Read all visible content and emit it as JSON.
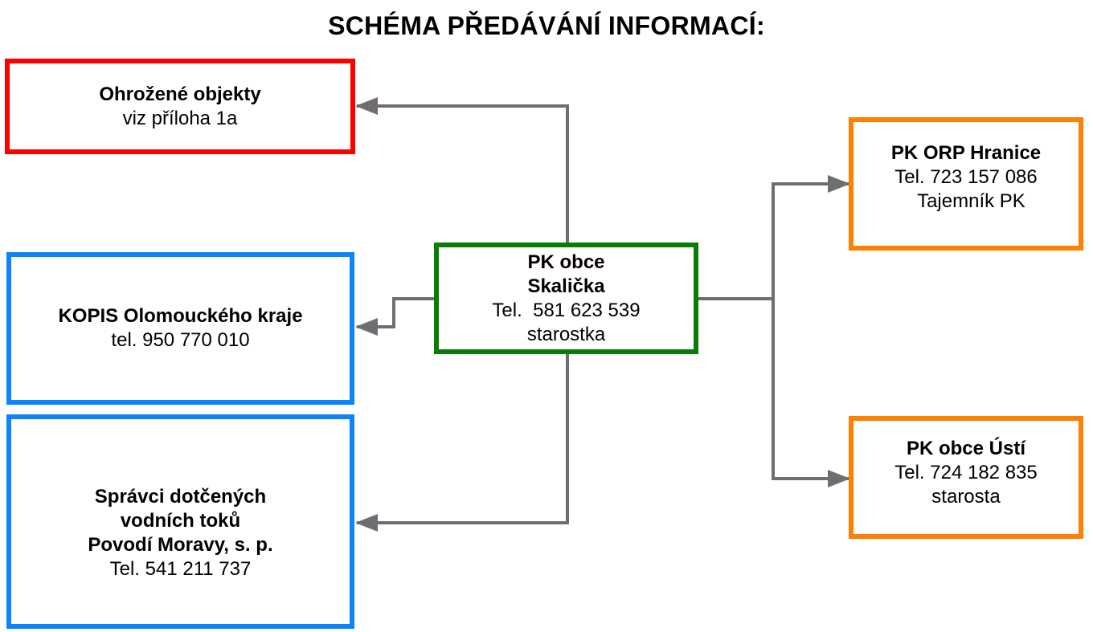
{
  "diagram": {
    "title": "SCHÉMA PŘEDÁVÁNÍ INFORMACÍ:",
    "center": {
      "line1": "PK obce",
      "line2": "Skalička",
      "phone": "Tel.  581 623 539",
      "role": "starostka"
    },
    "threatened": {
      "name": "Ohrožené objekty",
      "note": "viz příloha 1a"
    },
    "kopis": {
      "name": "KOPIS Olomouckého kraje",
      "phone": "tel. 950 770 010"
    },
    "river": {
      "line1": "Správci dotčených",
      "line2": "vodních toků",
      "line3": "Povodí Moravy, s. p.",
      "phone": "Tel. 541 211 737"
    },
    "orp": {
      "name": "PK ORP Hranice",
      "phone": "Tel. 723 157 086",
      "role": "  Tajemník PK"
    },
    "usti": {
      "name": "PK obce Ústí",
      "phone": "Tel. 724 182 835",
      "role": "starosta"
    },
    "colors": {
      "threatened": "#fe0000",
      "regional": "#0c84fc",
      "center": "#067e06",
      "municipal": "#fe8000",
      "connector": "#6e6e6e"
    }
  }
}
